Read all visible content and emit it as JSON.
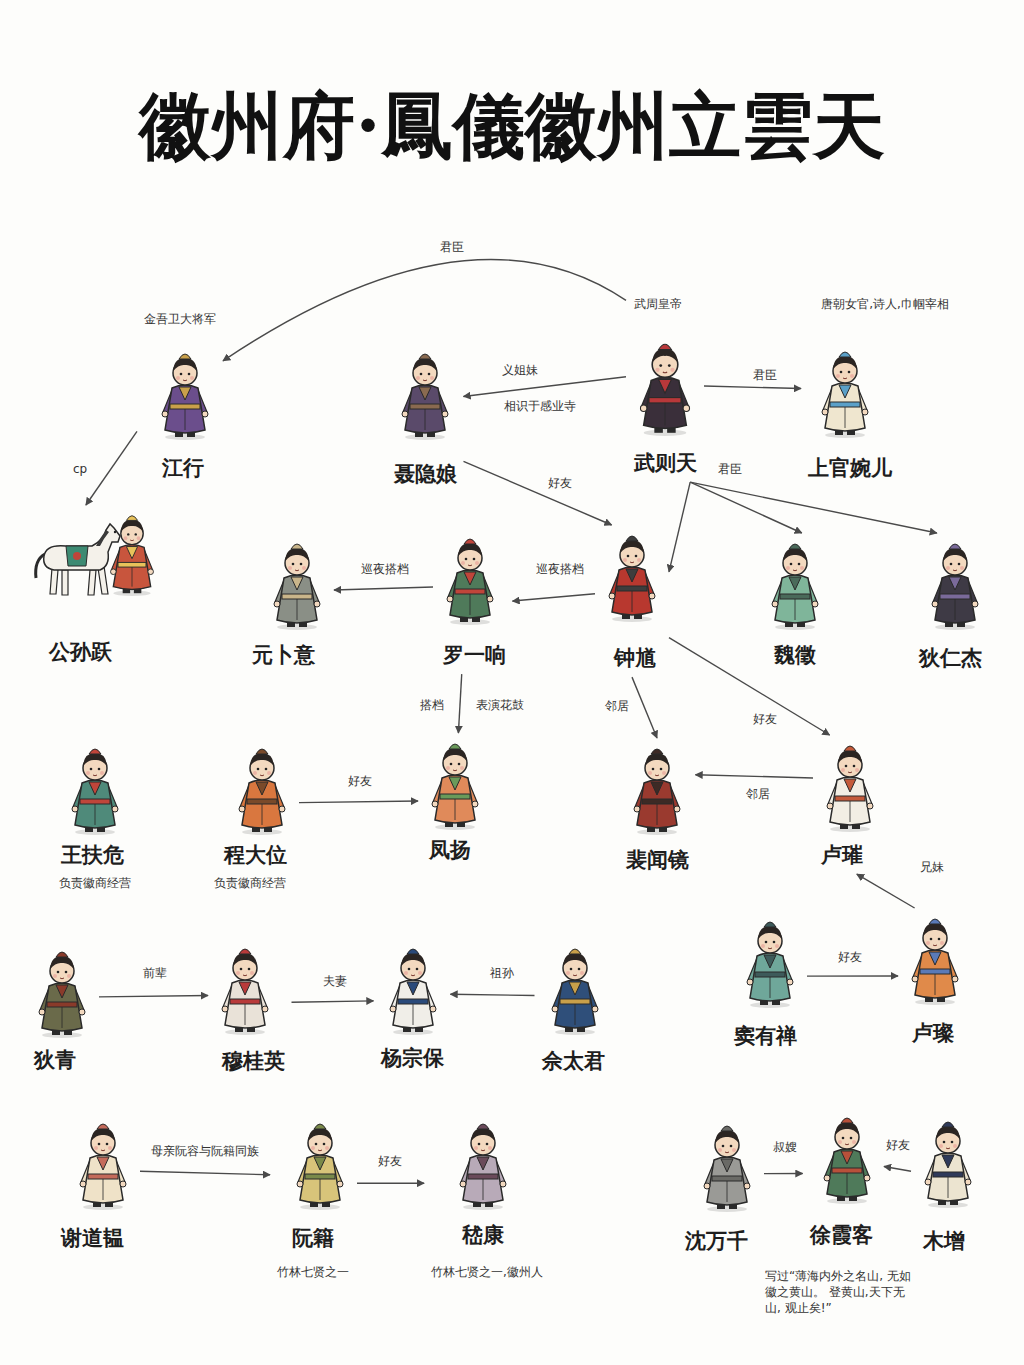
{
  "diagram": {
    "title": "徽州府·鳳儀徽州立雲天",
    "nodes": [
      {
        "text": [
          "金吾卫大将军",
          "江行"
        ]
      },
      {
        "text": [
          "聂隐娘"
        ]
      },
      {
        "text": [
          "武周皇帝",
          "武则天"
        ]
      },
      {
        "text": [
          "唐朝女官,诗人,巾帼宰相",
          "上官婉儿"
        ]
      },
      {
        "text": [
          "公孙跃"
        ]
      },
      {
        "text": [
          "元卜意"
        ]
      },
      {
        "text": [
          "罗一响"
        ]
      },
      {
        "text": [
          "钟馗"
        ]
      },
      {
        "text": [
          "魏徵"
        ]
      },
      {
        "text": [
          "狄仁杰"
        ]
      },
      {
        "text": [
          "王扶危",
          "负责徽商经营"
        ]
      },
      {
        "text": [
          "程大位",
          "负责徽商经营"
        ]
      },
      {
        "text": [
          "凤扬"
        ]
      },
      {
        "text": [
          "裴闻镜"
        ]
      },
      {
        "text": [
          "卢璀"
        ]
      },
      {
        "text": [
          "狄青"
        ]
      },
      {
        "text": [
          "穆桂英"
        ]
      },
      {
        "text": [
          "杨宗保"
        ]
      },
      {
        "text": [
          "佘太君"
        ]
      },
      {
        "text": [
          "窦有禅"
        ]
      },
      {
        "text": [
          "卢璨"
        ]
      },
      {
        "text": [
          "谢道韫"
        ]
      },
      {
        "text": [
          "阮籍",
          "竹林七贤之一"
        ]
      },
      {
        "text": [
          "嵇康",
          "竹林七贤之一,徽州人"
        ]
      },
      {
        "text": [
          "沈万千"
        ]
      },
      {
        "text": [
          "徐霞客"
        ]
      },
      {
        "text": [
          "木增"
        ]
      }
    ],
    "edges": [
      {
        "from": 2,
        "to": 0,
        "label": "君臣",
        "arrow": "to"
      },
      {
        "from": 2,
        "to": 1,
        "label": "义姐妹",
        "arrow": "to"
      },
      {
        "from": 2,
        "to": 3,
        "label": "君臣",
        "arrow": "to"
      },
      {
        "from": 0,
        "to": 4,
        "label": "cp",
        "arrow": "to"
      },
      {
        "from": 1,
        "to": 7,
        "label": "好友",
        "arrow": "to"
      },
      {
        "from": 2,
        "to": 7,
        "arrow": "to"
      },
      {
        "from": 2,
        "to": 8,
        "label": "君臣",
        "arrow": "to"
      },
      {
        "from": 2,
        "to": 9,
        "arrow": "to"
      },
      {
        "from": 7,
        "to": 6,
        "label": "巡夜搭档",
        "arrow": "to"
      },
      {
        "from": 6,
        "to": 5,
        "label": "巡夜搭档",
        "arrow": "to"
      },
      {
        "from": 6,
        "to": 12,
        "label": "搭档",
        "arrow": "to"
      },
      {
        "from": 7,
        "to": 13,
        "label": "邻居",
        "arrow": "to"
      },
      {
        "from": 7,
        "to": 14,
        "label": "好友",
        "arrow": "to"
      },
      {
        "from": 14,
        "to": 13,
        "label": "邻居",
        "arrow": "to"
      },
      {
        "from": 11,
        "to": 12,
        "label": "好友",
        "arrow": "to"
      },
      {
        "from": 20,
        "to": 14,
        "label": "兄妹",
        "arrow": "to"
      },
      {
        "from": 19,
        "to": 20,
        "label": "好友",
        "arrow": "to"
      },
      {
        "from": 15,
        "to": 16,
        "label": "前辈",
        "arrow": "to"
      },
      {
        "from": 16,
        "to": 17,
        "label": "夫妻",
        "arrow": "to"
      },
      {
        "from": 18,
        "to": 17,
        "label": "祖孙",
        "arrow": "to"
      },
      {
        "from": 21,
        "to": 22,
        "label": "母亲阮容与阮籍同族",
        "arrow": "to"
      },
      {
        "from": 22,
        "to": 23,
        "label": "好友",
        "arrow": "to"
      },
      {
        "from": 24,
        "to": 25,
        "label": "叔嫂",
        "arrow": "to"
      },
      {
        "from": 26,
        "to": 25,
        "label": "好友",
        "arrow": "to"
      }
    ],
    "labels": [
      "相识于感业寺",
      "表演花鼓",
      "写过“薄海内外之名山, 无如徽之黄山。 登黄山,天下无山, 观止矣!”"
    ]
  }
}
